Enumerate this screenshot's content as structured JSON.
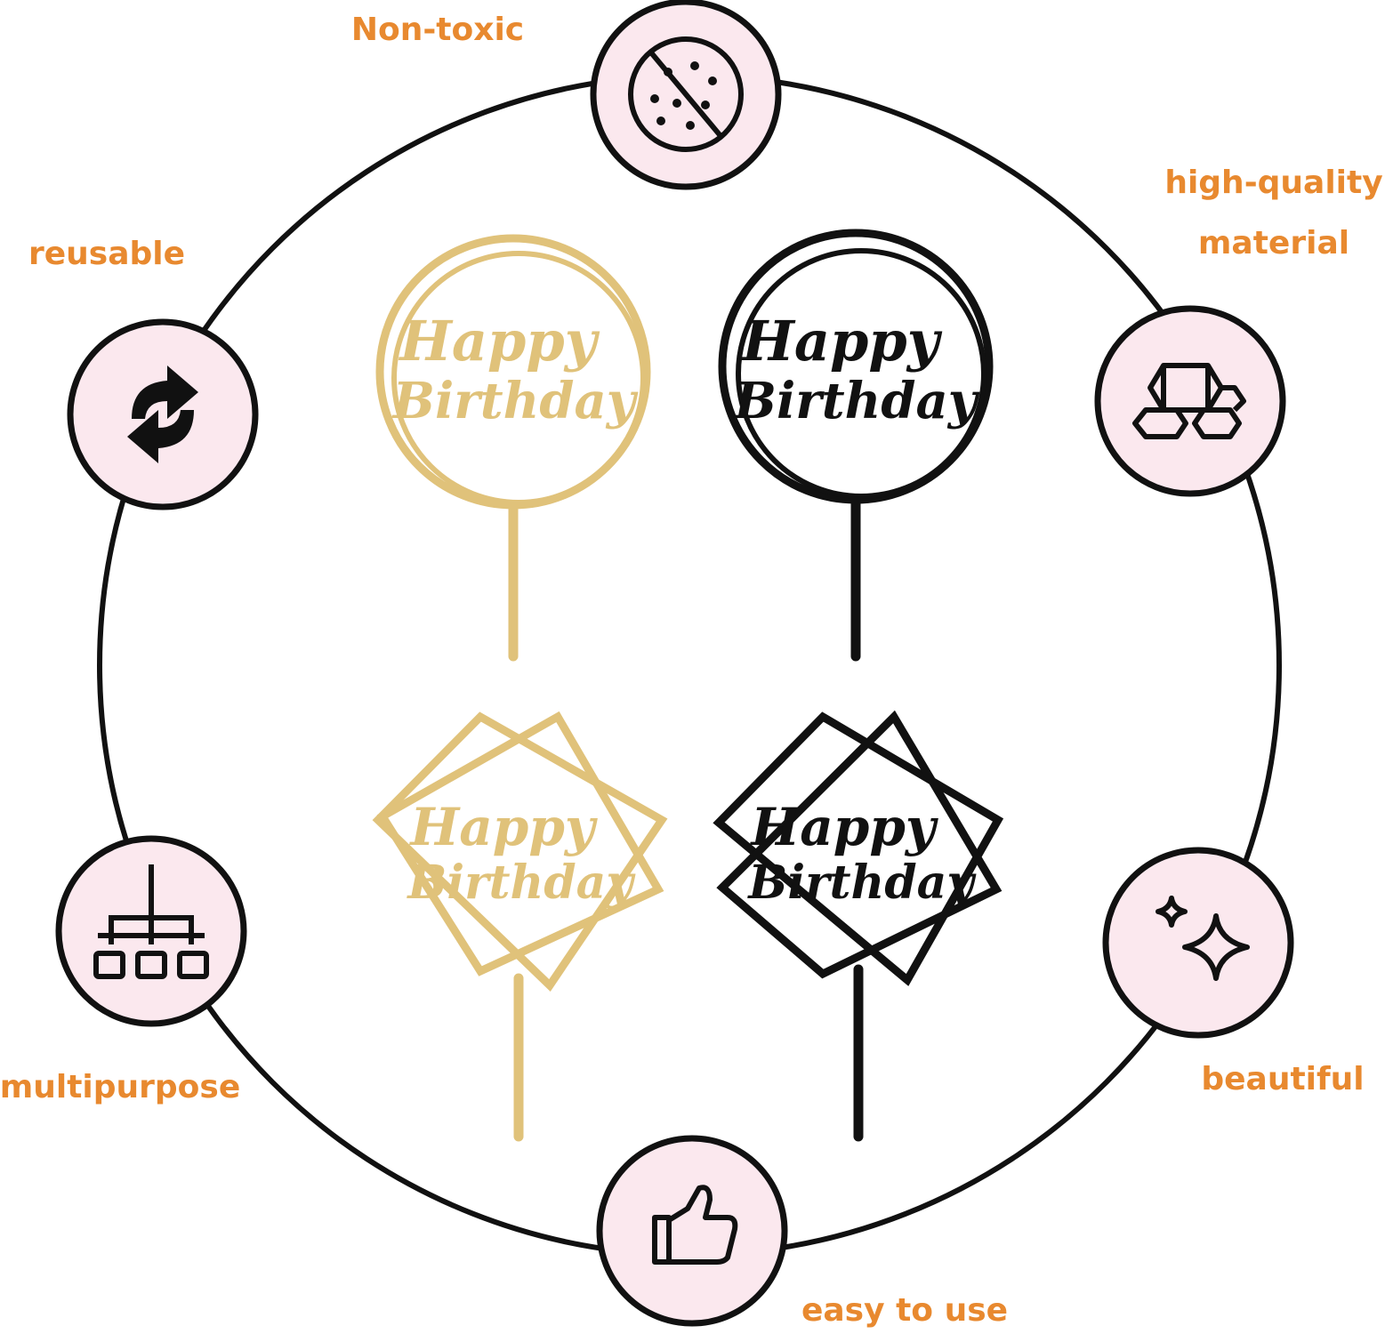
{
  "colors": {
    "accent": "#e8892f",
    "circle_fill": "#fbe8ee",
    "stroke": "#111111",
    "gold": "#e0c27a",
    "black": "#111111"
  },
  "features": [
    {
      "id": "non-toxic",
      "lines": [
        "Non-toxic"
      ],
      "icon": "no-chemicals-icon"
    },
    {
      "id": "high-quality",
      "lines": [
        "high-quality",
        "material"
      ],
      "icon": "gold-bars-icon"
    },
    {
      "id": "beautiful",
      "lines": [
        "beautiful"
      ],
      "icon": "sparkle-icon"
    },
    {
      "id": "easy-to-use",
      "lines": [
        "easy to use"
      ],
      "icon": "thumbs-up-icon"
    },
    {
      "id": "multipurpose",
      "lines": [
        "multipurpose"
      ],
      "icon": "hierarchy-icon"
    },
    {
      "id": "reusable",
      "lines": [
        "reusable"
      ],
      "icon": "recycle-arrows-icon"
    }
  ],
  "toppers": [
    {
      "id": "gold-round",
      "shape": "round",
      "color": "gold",
      "line1": "Happy",
      "line2": "Birthday"
    },
    {
      "id": "black-round",
      "shape": "round",
      "color": "black",
      "line1": "Happy",
      "line2": "Birthday"
    },
    {
      "id": "gold-square",
      "shape": "square",
      "color": "gold",
      "line1": "Happy",
      "line2": "Birthday"
    },
    {
      "id": "black-square",
      "shape": "square",
      "color": "black",
      "line1": "Happy",
      "line2": "Birthday"
    }
  ]
}
